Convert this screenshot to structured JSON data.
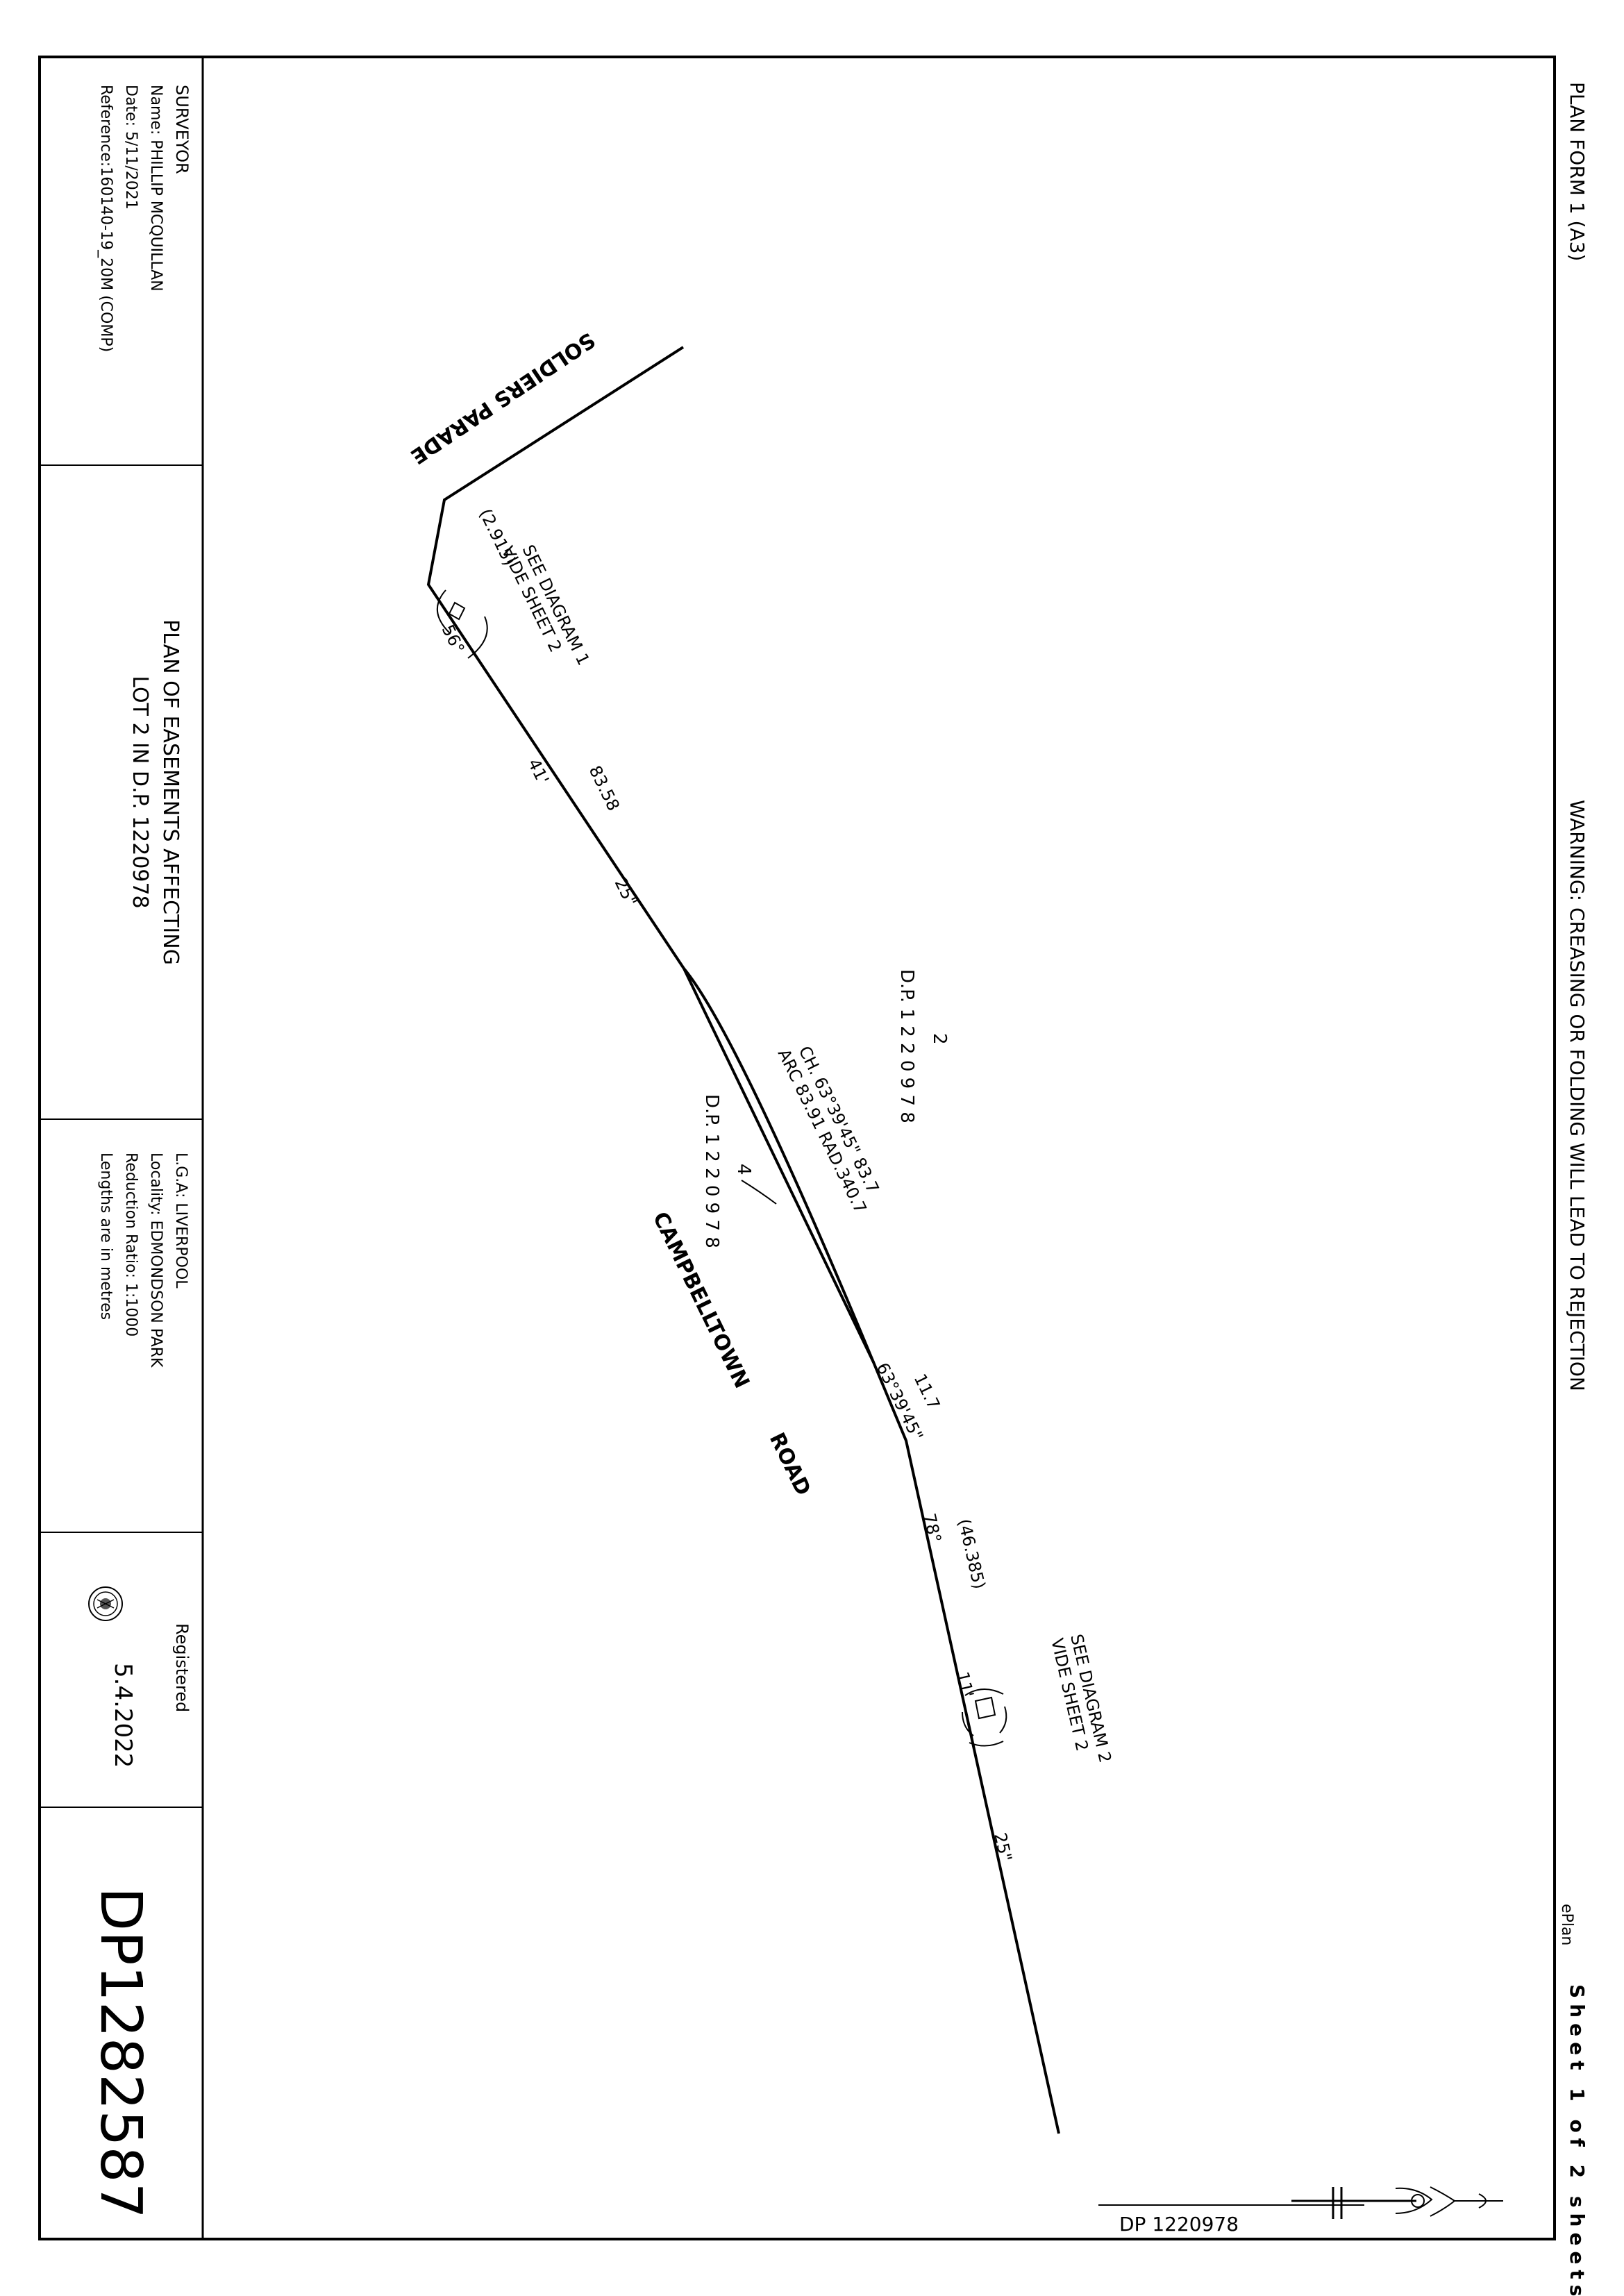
{
  "header": {
    "plan_form": "PLAN FORM 1 (A3)",
    "warning": "WARNING: CREASING OR FOLDING WILL LEAD TO REJECTION",
    "eplan": "ePlan",
    "sheet": "Sheet 1 of 2 sheets"
  },
  "title_block": {
    "surveyor": {
      "heading": "SURVEYOR",
      "name": "Name: PHILLIP MCQUILLAN",
      "date": "Date: 5/11/2021",
      "reference": "Reference:160140-19_20M (COMP)"
    },
    "plan_title": {
      "line1": "PLAN OF EASEMENTS AFFECTING",
      "line2": "LOT 2 IN D.P. 1220978"
    },
    "locality": {
      "lga": "L.G.A: LIVERPOOL",
      "locality": "Locality: EDMONDSON PARK",
      "ratio": "Reduction Ratio: 1:1000",
      "units": "Lengths are in metres"
    },
    "registration": {
      "label": "Registered",
      "date": "5.4.2022"
    },
    "dp_number": "DP1282587"
  },
  "plan": {
    "road_soldiers": "SOLDIERS PARADE",
    "road_campbelltown": "CAMPBELLTOWN",
    "road_road": "ROAD",
    "lot2_number": "2",
    "lot2_dp": "D.P. 1 2 2 0 9 7 8",
    "lot4_number": "4",
    "lot4_dp": "D.P. 1 2 2 0 9 7 8",
    "diag1_line1": "SEE DIAGRAM 1",
    "diag1_line2": "VIDE SHEET 2",
    "diag2_line1": "SEE DIAGRAM 2",
    "diag2_line2": "VIDE SHEET 2",
    "dim_2915": "(2.915)",
    "bearing_56": "56°",
    "bearing_41": "41'",
    "len_8358": "83.58",
    "bearing_25a": "25\"",
    "chord": "CH. 63°39'45\"  83.7",
    "arc": "ARC 83.91  RAD.340.7",
    "len_117": "11.7",
    "bearing_633945": "63°39'45\"",
    "bearing_78": "78°",
    "dim_46385": "(46.385)",
    "bearing_11": "11'",
    "bearing_25b": "25\""
  },
  "north": {
    "dp_label": "DP 1220978"
  }
}
